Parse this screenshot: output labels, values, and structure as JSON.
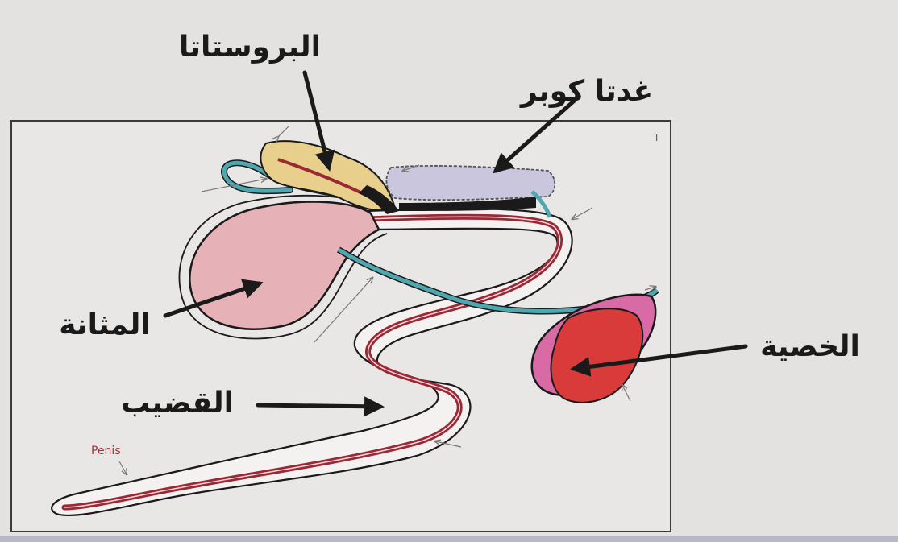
{
  "labels": {
    "prostate": "البروستاتا",
    "cowper": "غدتا كوبر",
    "bladder": "المثانة",
    "testis": "الخصية",
    "penis_ar": "القضيب",
    "penis_en": "Penis",
    "corner_mark": "I"
  },
  "colors": {
    "background": "#e3e2e0",
    "frame": "#3a3a3a",
    "bladder": "#e6b2b8",
    "prostate": "#e9cf8c",
    "cowper": "#c9c6dd",
    "vas_deferens": "#4fa8b0",
    "urethra": "#9c2735",
    "testis": "#d93a3a",
    "epididymis": "#d86aa6",
    "penis_label": "#a33040"
  }
}
